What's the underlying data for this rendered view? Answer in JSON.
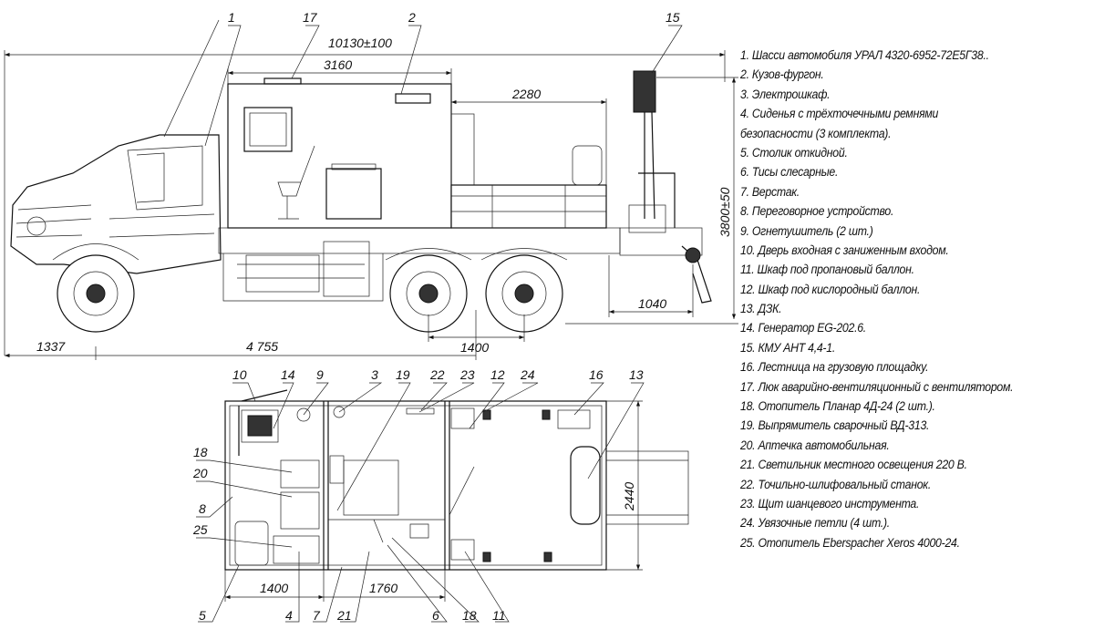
{
  "dimensions": {
    "overall_length": "10130±100",
    "van_length": "3160",
    "platform_length": "2280",
    "overall_height": "3800±50",
    "rear_overhang": "1040",
    "front_overhang": "1337",
    "wheelbase": "4 755",
    "bogie": "1400",
    "plan_width": "2440",
    "plan_section_1": "1400",
    "plan_section_2": "1760"
  },
  "callouts": {
    "side": [
      "1",
      "17",
      "2",
      "15"
    ],
    "plan_top": [
      "10",
      "14",
      "9",
      "3",
      "19",
      "22",
      "23",
      "12",
      "24",
      "16",
      "13"
    ],
    "plan_left": [
      "18",
      "20",
      "8",
      "25"
    ],
    "plan_bottom": [
      "5",
      "4",
      "7",
      "21",
      "6",
      "18",
      "11"
    ]
  },
  "legend": [
    "1. Шасси автомобиля УРАЛ 4320-6952-72Е5Г38..",
    "2. Кузов-фургон.",
    "3. Электрошкаф.",
    "4. Сиденья с трёхточечными ремнями",
    "безопасности (3 комплекта).",
    "5. Столик откидной.",
    "6. Тисы слесарные.",
    "7. Верстак.",
    "8. Переговорное устройство.",
    "9. Огнетушитель (2 шт.)",
    "10. Дверь входная с заниженным входом.",
    "11. Шкаф под пропановый баллон.",
    "12. Шкаф под кислородный баллон.",
    "13. ДЗК.",
    "14. Генератор EG-202.6.",
    "15. КМУ АНТ 4,4-1.",
    "16. Лестница на грузовую площадку.",
    "17. Люк аварийно-вентиляционный с вентилятором.",
    "18. Отопитель Планар 4Д-24 (2 шт.).",
    "19. Выпрямитель сварочный ВД-313.",
    "20. Аптечка автомобильная.",
    "21. Светильник местного освещения 220 В.",
    "22. Точильно-шлифовальный станок.",
    "23. Щит шанцевого инструмента.",
    "24. Увязочные петли (4 шт.).",
    "25. Отопитель Eberspacher Xeros 4000-24."
  ]
}
